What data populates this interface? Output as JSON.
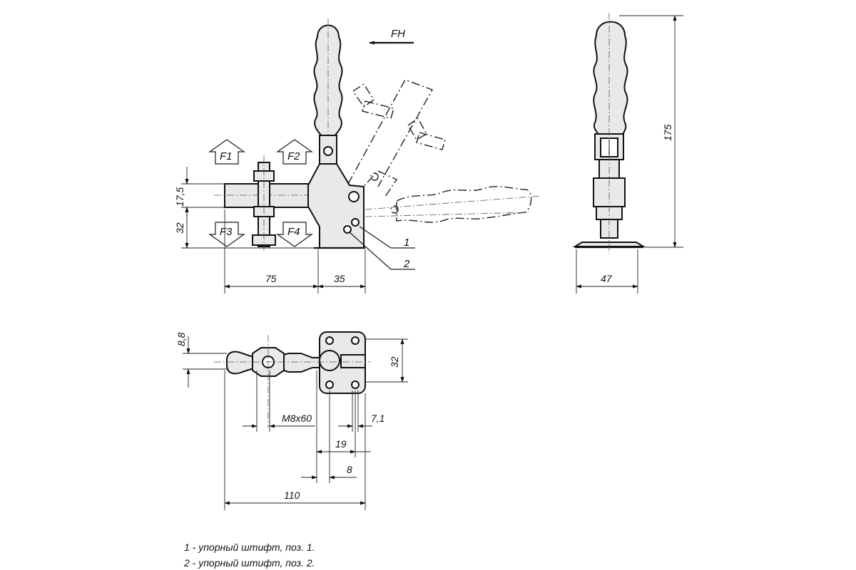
{
  "force_labels": {
    "fh": "FH",
    "f1": "F1",
    "f2": "F2",
    "f3": "F3",
    "f4": "F4"
  },
  "callouts": {
    "c1": "1",
    "c2": "2"
  },
  "dimensions": {
    "front_height_upper": "17,5",
    "front_height_lower": "32",
    "front_width_arm": "75",
    "front_width_base": "35",
    "side_height": "175",
    "side_width": "47",
    "top_offset": "8,8",
    "top_base_width": "32",
    "thread": "M8x60",
    "hole_dia": "7,1",
    "hole_spacing_19": "19",
    "hole_spacing_8": "8",
    "total_length": "110"
  },
  "notes": [
    "1 - упорный штифт, поз. 1.",
    "2 - упорный штифт, поз. 2."
  ]
}
